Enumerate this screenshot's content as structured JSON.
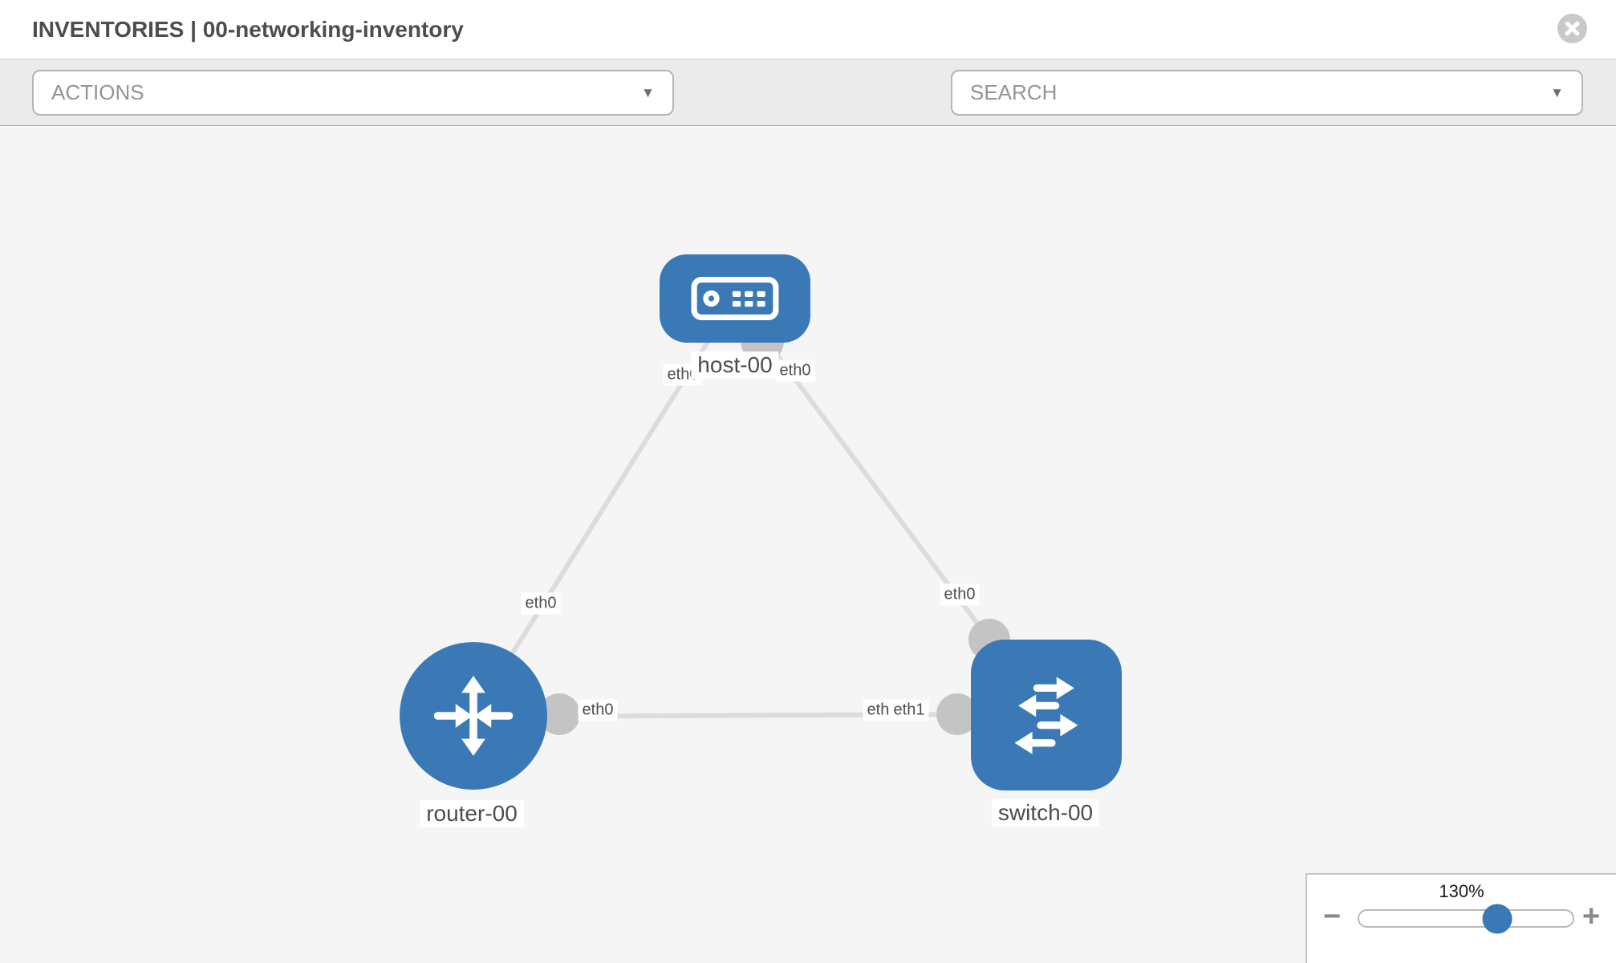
{
  "header": {
    "title": "INVENTORIES | 00-networking-inventory"
  },
  "toolbar": {
    "actions": {
      "label": "ACTIONS"
    },
    "search": {
      "label": "SEARCH"
    }
  },
  "canvas": {
    "nodes": [
      {
        "id": "host-00",
        "type": "host",
        "label": "host-00"
      },
      {
        "id": "router-00",
        "type": "router",
        "label": "router-00"
      },
      {
        "id": "switch-00",
        "type": "switch",
        "label": "switch-00"
      }
    ],
    "links": [
      {
        "from": "host-00",
        "from_interface": "eth0",
        "to": "router-00",
        "to_interface": "eth0"
      },
      {
        "from": "host-00",
        "from_interface": "eth0",
        "to": "switch-00",
        "to_interface": "eth0"
      },
      {
        "from": "router-00",
        "from_interface": "eth0",
        "to": "switch-00",
        "to_interface": "eth1",
        "overlapping_label": "eth0"
      }
    ]
  },
  "zoom_control": {
    "value": "130%",
    "minus_label": "−",
    "plus_label": "+"
  },
  "colors": {
    "node_blue": "#3a79b6",
    "edge_gray": "#dcdcdc",
    "dot_gray": "#c4c4c4",
    "canvas_bg": "#f5f5f5"
  }
}
